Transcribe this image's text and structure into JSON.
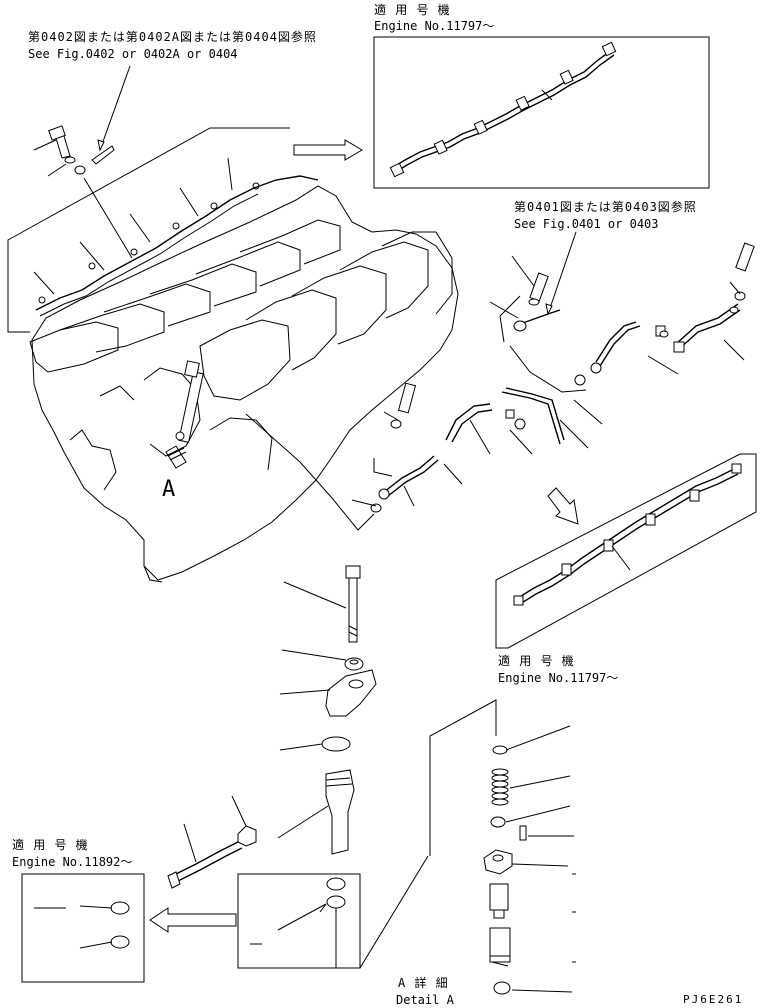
{
  "refs": {
    "fig0402": {
      "ja": "第0402図または第0402A図または第0404図参照",
      "en": "See Fig.0402 or 0402A or 0404"
    },
    "fig0401": {
      "ja": "第0401図または第0403図参照",
      "en": "See Fig.0401 or 0403"
    }
  },
  "applicability": {
    "top": {
      "ja": "適 用 号 機",
      "en": "Engine No.11797～"
    },
    "right": {
      "ja": "適 用 号 機",
      "en": "Engine No.11797～"
    },
    "left": {
      "ja": "適 用 号 機",
      "en": "Engine No.11892～"
    }
  },
  "detail": {
    "letter": "A",
    "ja": "A 詳 細",
    "en": "Detail A"
  },
  "drawing_code": "PJ6E261"
}
